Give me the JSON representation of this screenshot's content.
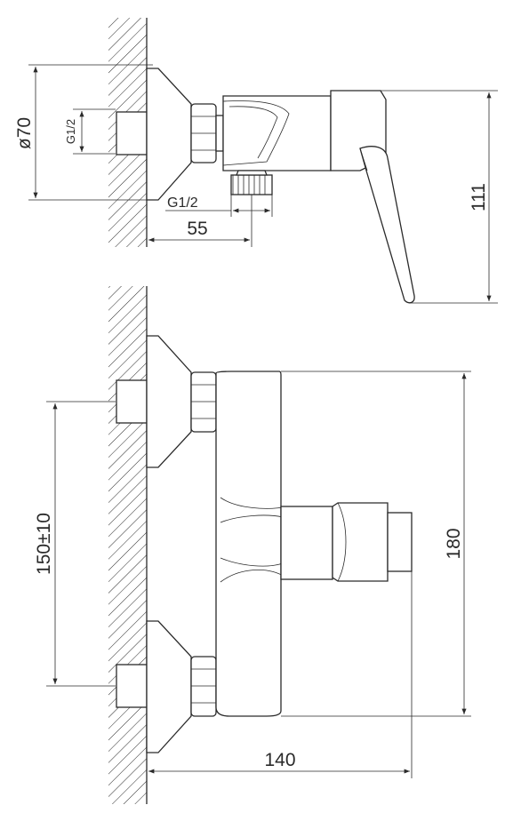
{
  "dimensions": {
    "d70": "ø70",
    "g12_inlet": "G1/2",
    "g12_outlet": "G1/2",
    "d55": "55",
    "d111": "111",
    "d150": "150±10",
    "d180": "180",
    "d140": "140"
  }
}
